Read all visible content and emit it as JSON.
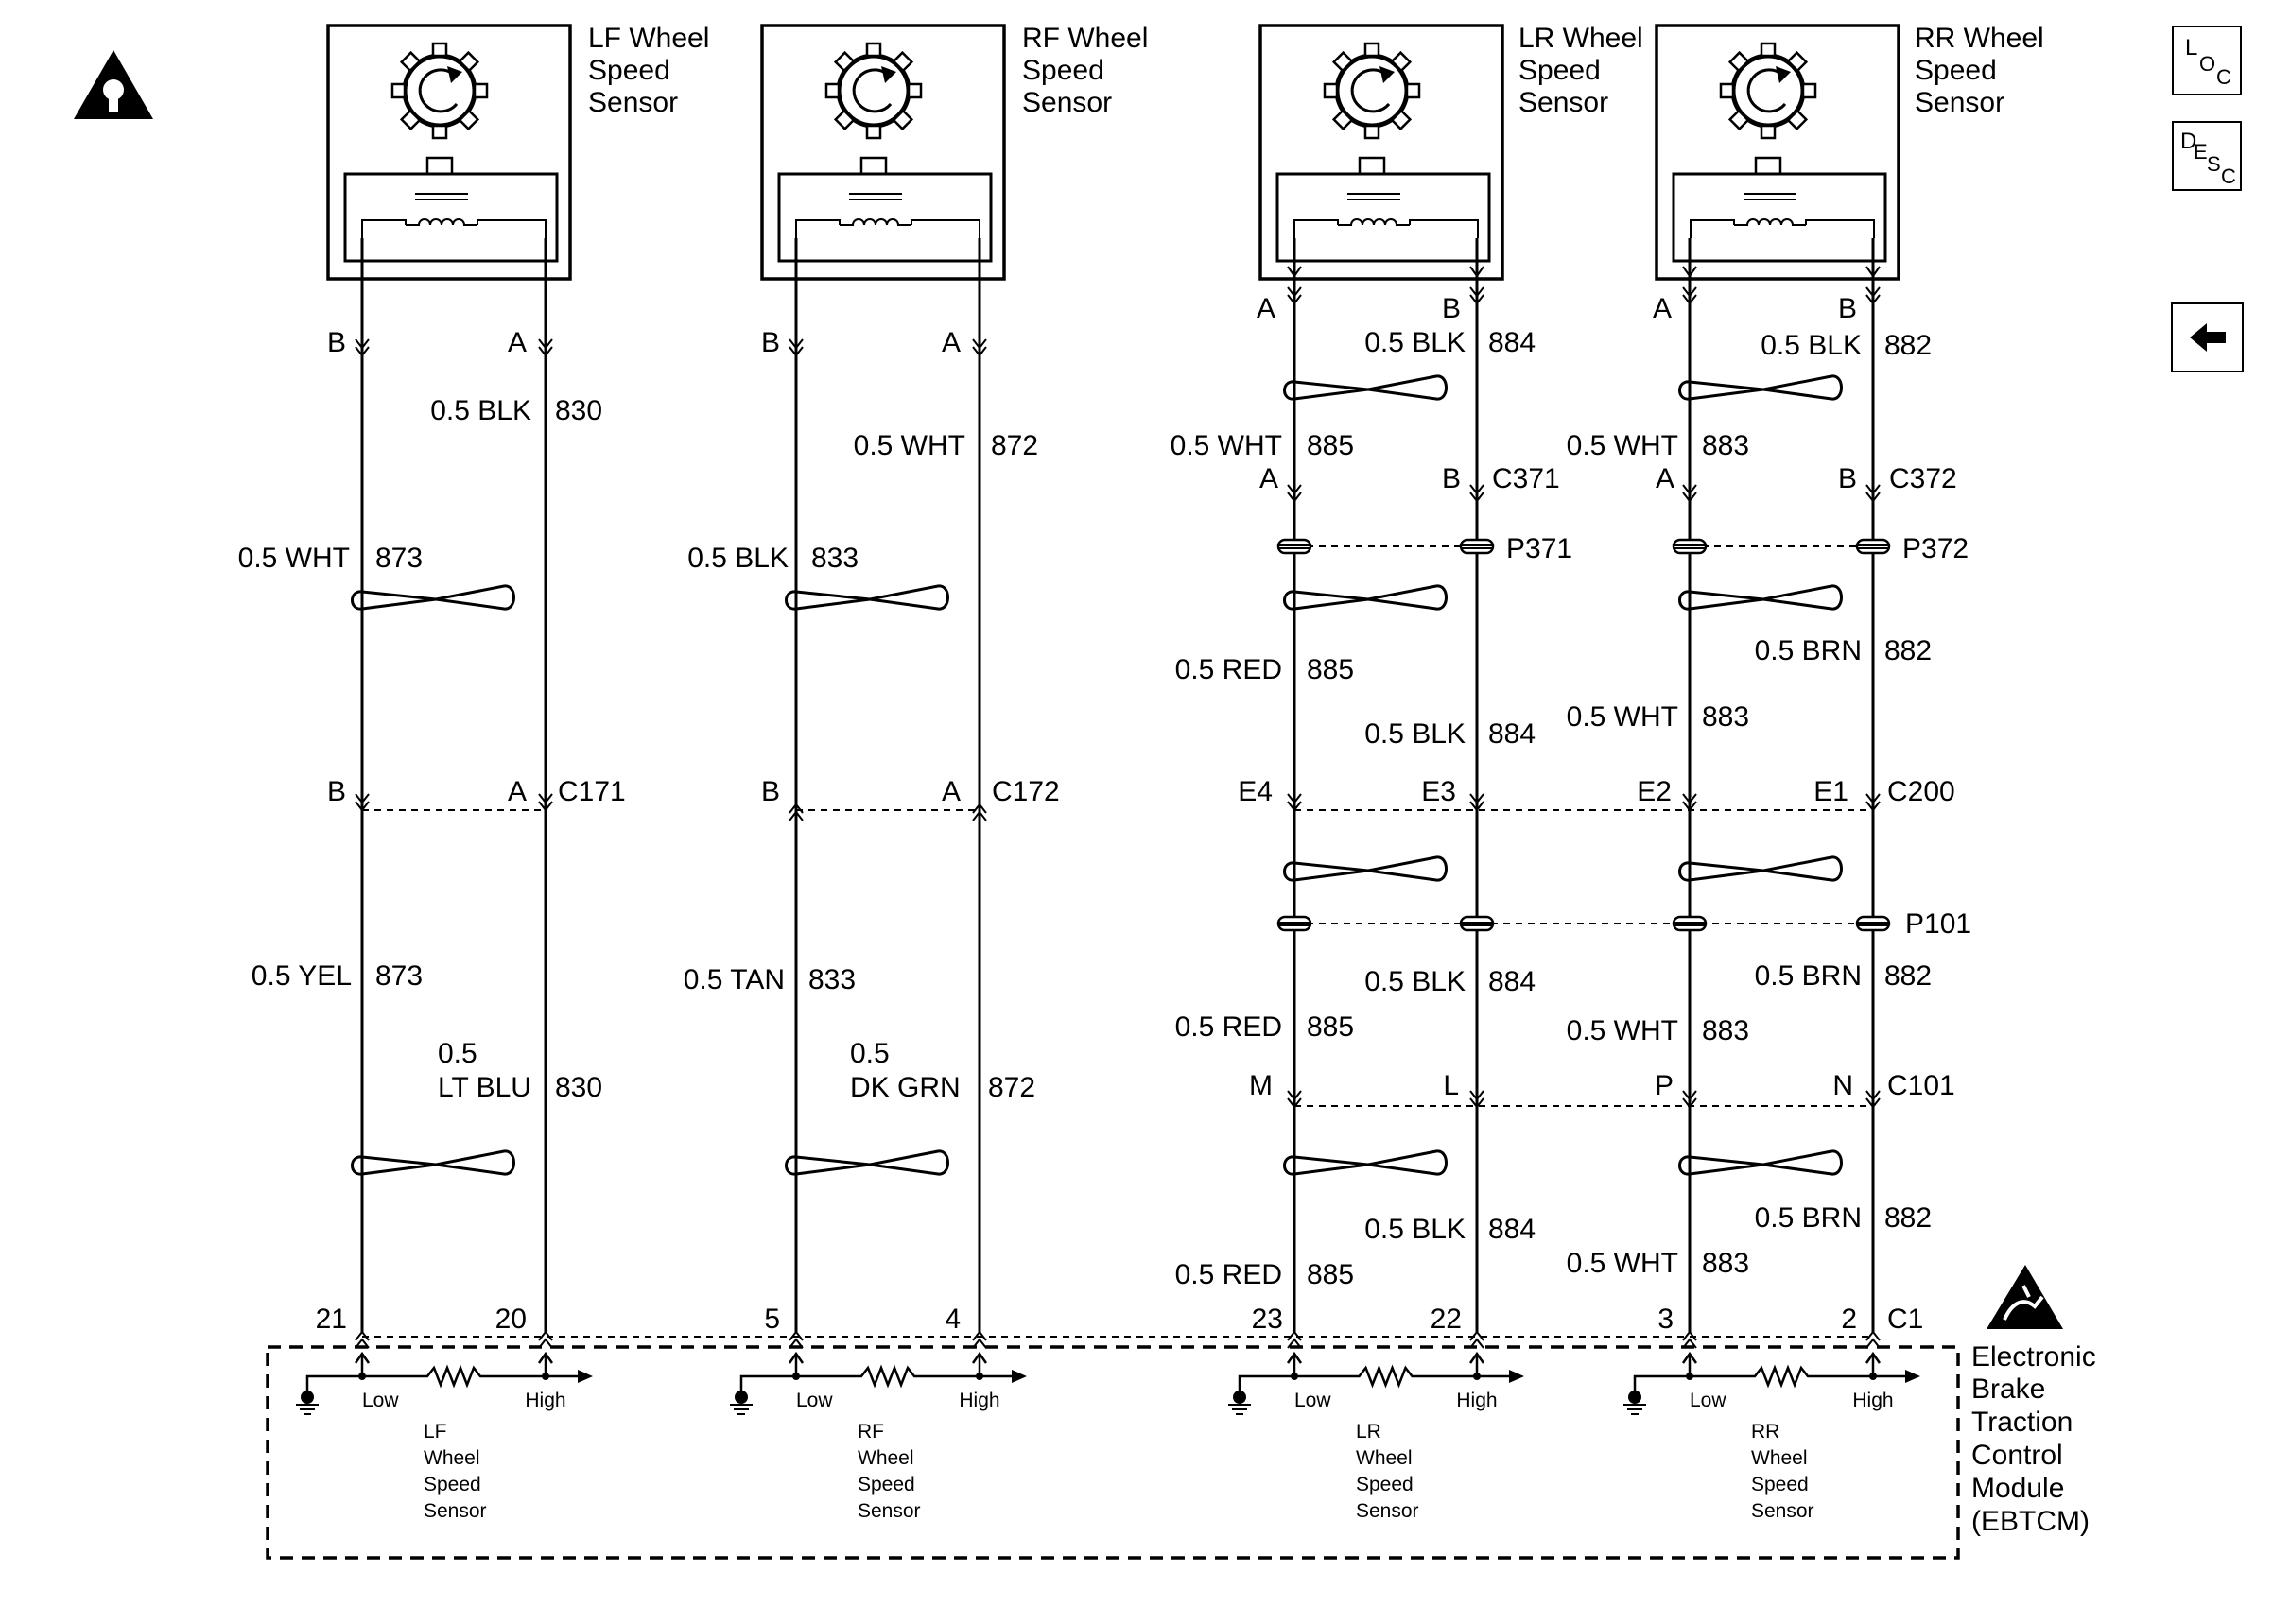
{
  "nav": {
    "loc": {
      "big": "L",
      "small": "O",
      "sub": "C"
    },
    "desc": {
      "big": "D",
      "small1": "E",
      "small2": "S",
      "sub": "C"
    }
  },
  "sensors": [
    {
      "title": [
        "LF Wheel",
        "Speed",
        "Sensor"
      ]
    },
    {
      "title": [
        "RF Wheel",
        "Speed",
        "Sensor"
      ]
    },
    {
      "title": [
        "LR Wheel",
        "Speed",
        "Sensor"
      ]
    },
    {
      "title": [
        "RR Wheel",
        "Speed",
        "Sensor"
      ]
    }
  ],
  "labels": {
    "lf": {
      "pinB": "B",
      "pinA": "A",
      "w1": "0.5 BLK",
      "c1": "830",
      "w2": "0.5 WHT",
      "c2": "873",
      "jB": "B",
      "jA": "A",
      "conn": "C171",
      "w3": "0.5 YEL",
      "c3": "873",
      "w4a": "0.5",
      "w4b": "LT BLU",
      "c4": "830"
    },
    "rf": {
      "pinB": "B",
      "pinA": "A",
      "w1": "0.5 WHT",
      "c1": "872",
      "w2": "0.5 BLK",
      "c2": "833",
      "jB": "B",
      "jA": "A",
      "conn": "C172",
      "w3": "0.5 TAN",
      "c3": "833",
      "w4a": "0.5",
      "w4b": "DK GRN",
      "c4": "872"
    },
    "lr": {
      "pinA": "A",
      "pinB": "B",
      "w1": "0.5 BLK",
      "c1": "884",
      "w2": "0.5 WHT",
      "c2": "885",
      "jA": "A",
      "jB": "B",
      "conn1": "C371",
      "conn2": "P371",
      "w3": "0.5 RED",
      "c3": "885",
      "w4": "0.5 BLK",
      "c4": "884",
      "pE4": "E4",
      "pE3": "E3",
      "w5": "0.5 BLK",
      "c5": "884",
      "w6": "0.5 RED",
      "c6": "885",
      "pM": "M",
      "pL": "L",
      "w7": "0.5 BLK",
      "c7": "884",
      "w8": "0.5 RED",
      "c8": "885"
    },
    "rr": {
      "pinA": "A",
      "pinB": "B",
      "w1": "0.5 BLK",
      "c1": "882",
      "w2": "0.5 WHT",
      "c2": "883",
      "jA": "A",
      "jB": "B",
      "conn1": "C372",
      "conn2": "P372",
      "w3": "0.5 BRN",
      "c3": "882",
      "w4": "0.5 WHT",
      "c4": "883",
      "pE2": "E2",
      "pE1": "E1",
      "conn3": "C200",
      "conn4": "P101",
      "w5": "0.5 BRN",
      "c5": "882",
      "w6": "0.5 WHT",
      "c6": "883",
      "pP": "P",
      "pN": "N",
      "conn5": "C101",
      "w7": "0.5 BRN",
      "c7": "882",
      "w8": "0.5 WHT",
      "c8": "883"
    }
  },
  "module": {
    "pins": [
      "21",
      "20",
      "5",
      "4",
      "23",
      "22",
      "3",
      "2"
    ],
    "connector": "C1",
    "low": "Low",
    "high": "High",
    "internal": [
      [
        "LF",
        "Wheel",
        "Speed",
        "Sensor"
      ],
      [
        "RF",
        "Wheel",
        "Speed",
        "Sensor"
      ],
      [
        "LR",
        "Wheel",
        "Speed",
        "Sensor"
      ],
      [
        "RR",
        "Wheel",
        "Speed",
        "Sensor"
      ]
    ],
    "name": [
      "Electronic",
      "Brake",
      "Traction",
      "Control",
      "Module",
      "(EBTCM)"
    ]
  }
}
